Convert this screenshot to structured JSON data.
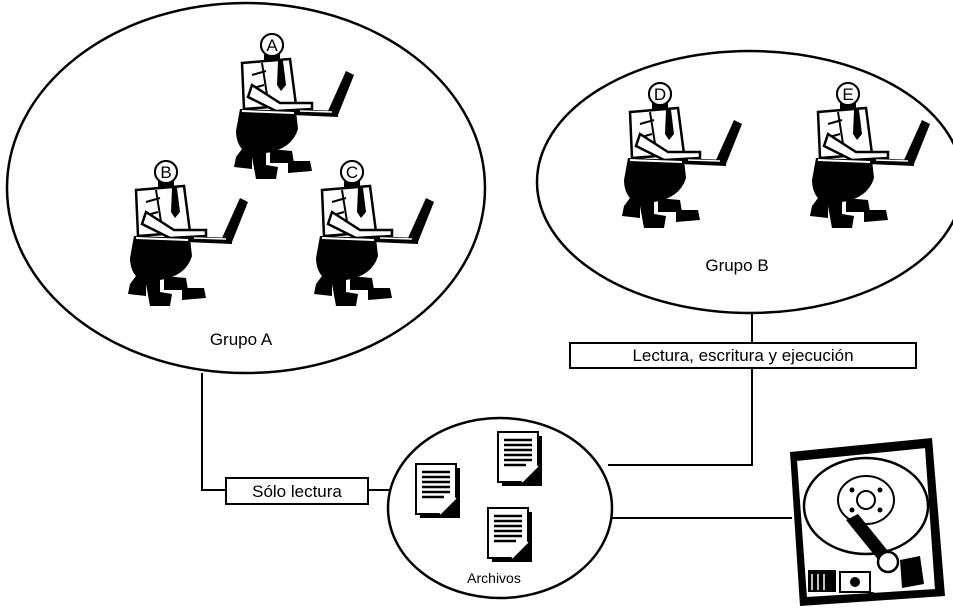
{
  "groups": [
    {
      "label": "Grupo A",
      "members": [
        "A",
        "B",
        "C"
      ]
    },
    {
      "label": "Grupo B",
      "members": [
        "D",
        "E"
      ]
    }
  ],
  "permissions": {
    "group_a": "Sólo lectura",
    "group_b": "Lectura, escritura y ejecución"
  },
  "files": {
    "label": "Archivos"
  },
  "icons": {
    "user": "user-at-laptop-icon",
    "document": "document-icon",
    "disk": "hard-disk-icon"
  }
}
